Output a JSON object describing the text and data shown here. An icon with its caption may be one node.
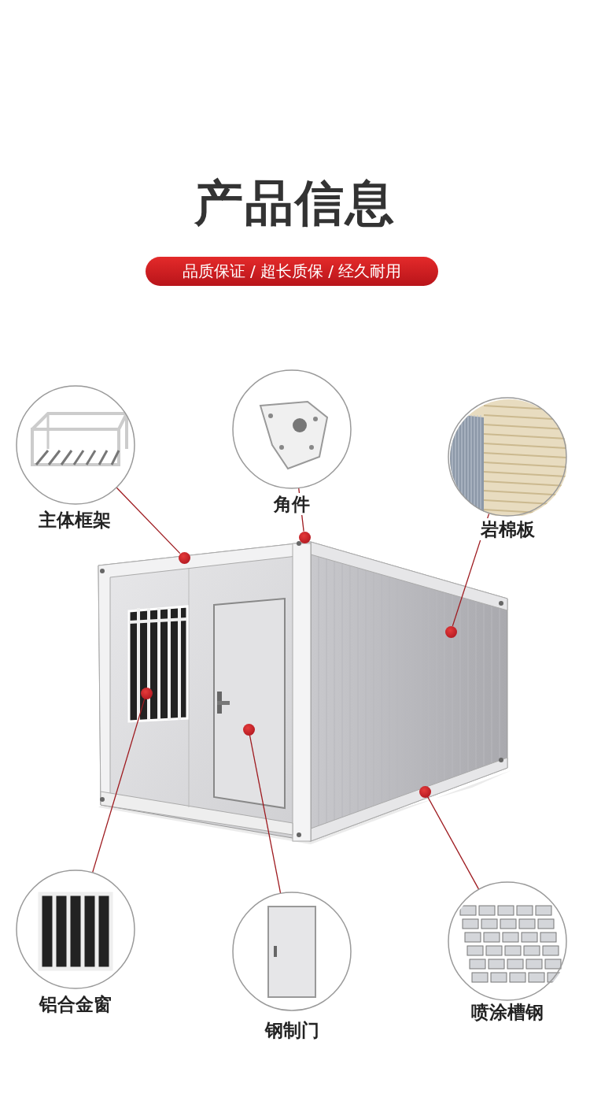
{
  "diagram": {
    "title": "产品信息",
    "nodes": [
      {
        "text": [
          "主体框架"
        ]
      },
      {
        "text": [
          "角件"
        ]
      },
      {
        "text": [
          "岩棉板"
        ]
      },
      {
        "text": [
          "铝合金窗"
        ]
      },
      {
        "text": [
          "钢制门"
        ]
      },
      {
        "text": [
          "喷涂槽钢"
        ]
      },
      {
        "text": [],
        "shape": "circle"
      },
      {
        "text": [],
        "shape": "circle"
      },
      {
        "text": [],
        "shape": "circle"
      },
      {
        "text": [],
        "shape": "circle"
      },
      {
        "text": [],
        "shape": "circle"
      },
      {
        "text": [],
        "shape": "circle"
      }
    ],
    "edges": [
      {
        "from": 0,
        "to": 6,
        "arrow": "none"
      },
      {
        "from": 1,
        "to": 7,
        "arrow": "none"
      },
      {
        "from": 2,
        "to": 8,
        "arrow": "none"
      },
      {
        "from": 3,
        "to": 9,
        "arrow": "none"
      },
      {
        "from": 4,
        "to": 10,
        "arrow": "none"
      },
      {
        "from": 5,
        "to": 11,
        "arrow": "none"
      }
    ],
    "labels": [
      "品质保证 / 超长质保 / 经久耐用"
    ]
  }
}
